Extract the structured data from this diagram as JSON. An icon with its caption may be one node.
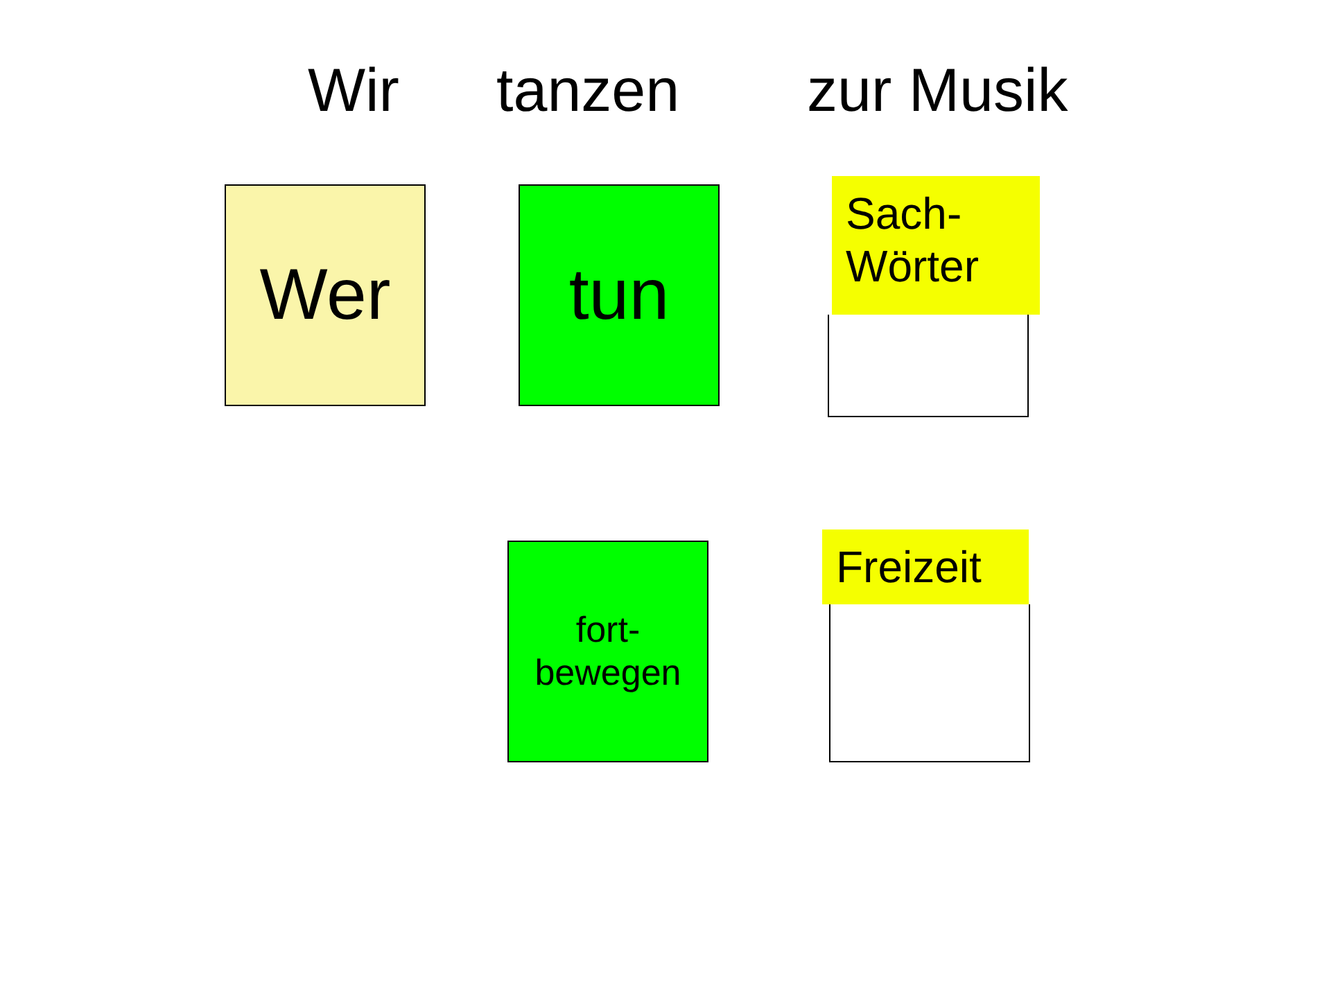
{
  "diagram": {
    "nodes": [
      {
        "text": [
          "Wer"
        ]
      },
      {
        "text": [
          "tun"
        ]
      },
      {
        "text": [],
        "shape": "box"
      },
      {
        "text": [
          "Sach- Wörter"
        ]
      },
      {
        "text": [
          "fort- bewegen"
        ]
      },
      {
        "text": [],
        "shape": "box"
      },
      {
        "text": [
          "Freizeit"
        ]
      }
    ],
    "labels": [
      "Wir",
      "tanzen",
      "zur Musik"
    ]
  }
}
